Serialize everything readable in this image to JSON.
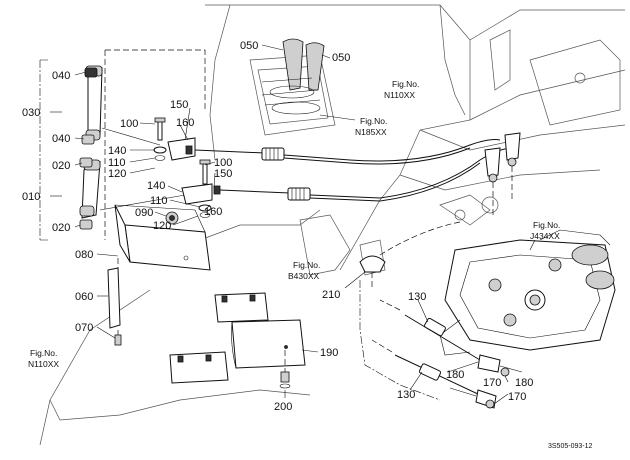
{
  "labels": {
    "p040a": "040",
    "p030": "030",
    "p040b": "040",
    "p020a": "020",
    "p010": "010",
    "p020b": "020",
    "p050a": "050",
    "p050b": "050",
    "p100a": "100",
    "p140a": "140",
    "p110a": "110",
    "p120a": "120",
    "p150a": "150",
    "p160a": "160",
    "p100b": "100",
    "p150b": "150",
    "p140b": "140",
    "p110b": "110",
    "p120b": "120",
    "p160b": "160",
    "p090": "090",
    "p080": "080",
    "p060": "060",
    "p070": "070",
    "p190": "190",
    "p200": "200",
    "p210": "210",
    "p130a": "130",
    "p130b": "130",
    "p180a": "180",
    "p180b": "180",
    "p170a": "170",
    "p170b": "170"
  },
  "fig_refs": {
    "n110_top": {
      "line1": "Fig.No.",
      "line2": "N110XX"
    },
    "n185": {
      "line1": "Fig.No.",
      "line2": "N185XX"
    },
    "b430": {
      "line1": "Fig.No.",
      "line2": "B430XX"
    },
    "j434": {
      "line1": "Fig.No.",
      "line2": "J434XX"
    },
    "n110_bottom": {
      "line1": "Fig.No.",
      "line2": "N110XX"
    }
  },
  "diagram_code": "3S505-093-12"
}
